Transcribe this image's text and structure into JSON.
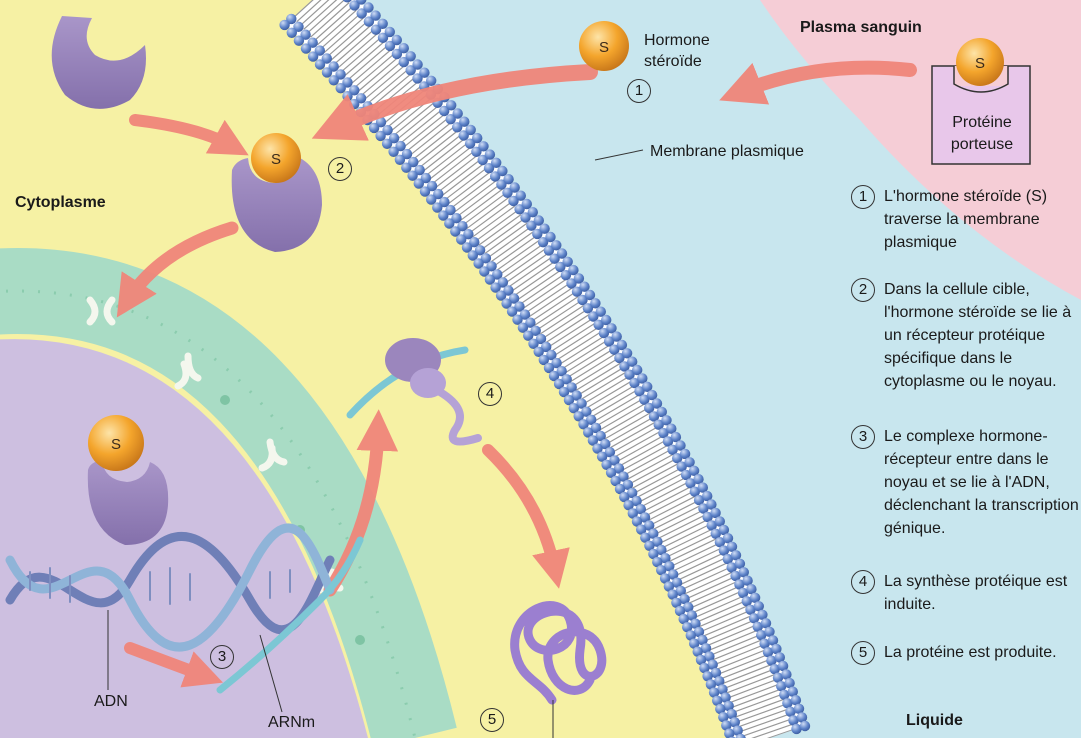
{
  "labels": {
    "plasma": "Plasma sanguin",
    "hormone": "Hormone stéroïde",
    "membrane": "Membrane plasmique",
    "cytoplasme": "Cytoplasme",
    "carrier": "Protéine porteuse",
    "adn": "ADN",
    "arnm": "ARNm",
    "liquide": "Liquide",
    "s": "S"
  },
  "markers": [
    "1",
    "2",
    "3",
    "4",
    "5"
  ],
  "steps": [
    {
      "num": "1",
      "text": "L'hormone stéroïde (S) traverse la membrane plasmique"
    },
    {
      "num": "2",
      "text": "Dans la cellule cible, l'hormone stéroïde se lie à un récepteur protéique spécifique dans le cytoplasme ou le noyau."
    },
    {
      "num": "3",
      "text": "Le complexe hormone-récepteur entre dans le noyau et se lie à l'ADN, déclenchant la transcription génique."
    },
    {
      "num": "4",
      "text": "La synthèse protéique est induite."
    },
    {
      "num": "5",
      "text": "La protéine est produite."
    }
  ],
  "colors": {
    "plasma_pink": "#f5cdd6",
    "interstitial_blue": "#c8e6ee",
    "cytoplasm_yellow": "#f6f1a4",
    "nucleus_violet": "#cdbfe0",
    "envelope_green": "#a9dcc5",
    "receptor_purple": "#9b86bd",
    "hormone_orange": "#f4a52c",
    "arrow_salmon": "#f0867a",
    "lipid_head_blue": "#5d83c9"
  },
  "icons": [
    "hormone-sphere-icon",
    "receptor-icon",
    "dna-helix-icon",
    "ribosome-icon",
    "folded-protein-icon",
    "nuclear-pore-icon"
  ]
}
